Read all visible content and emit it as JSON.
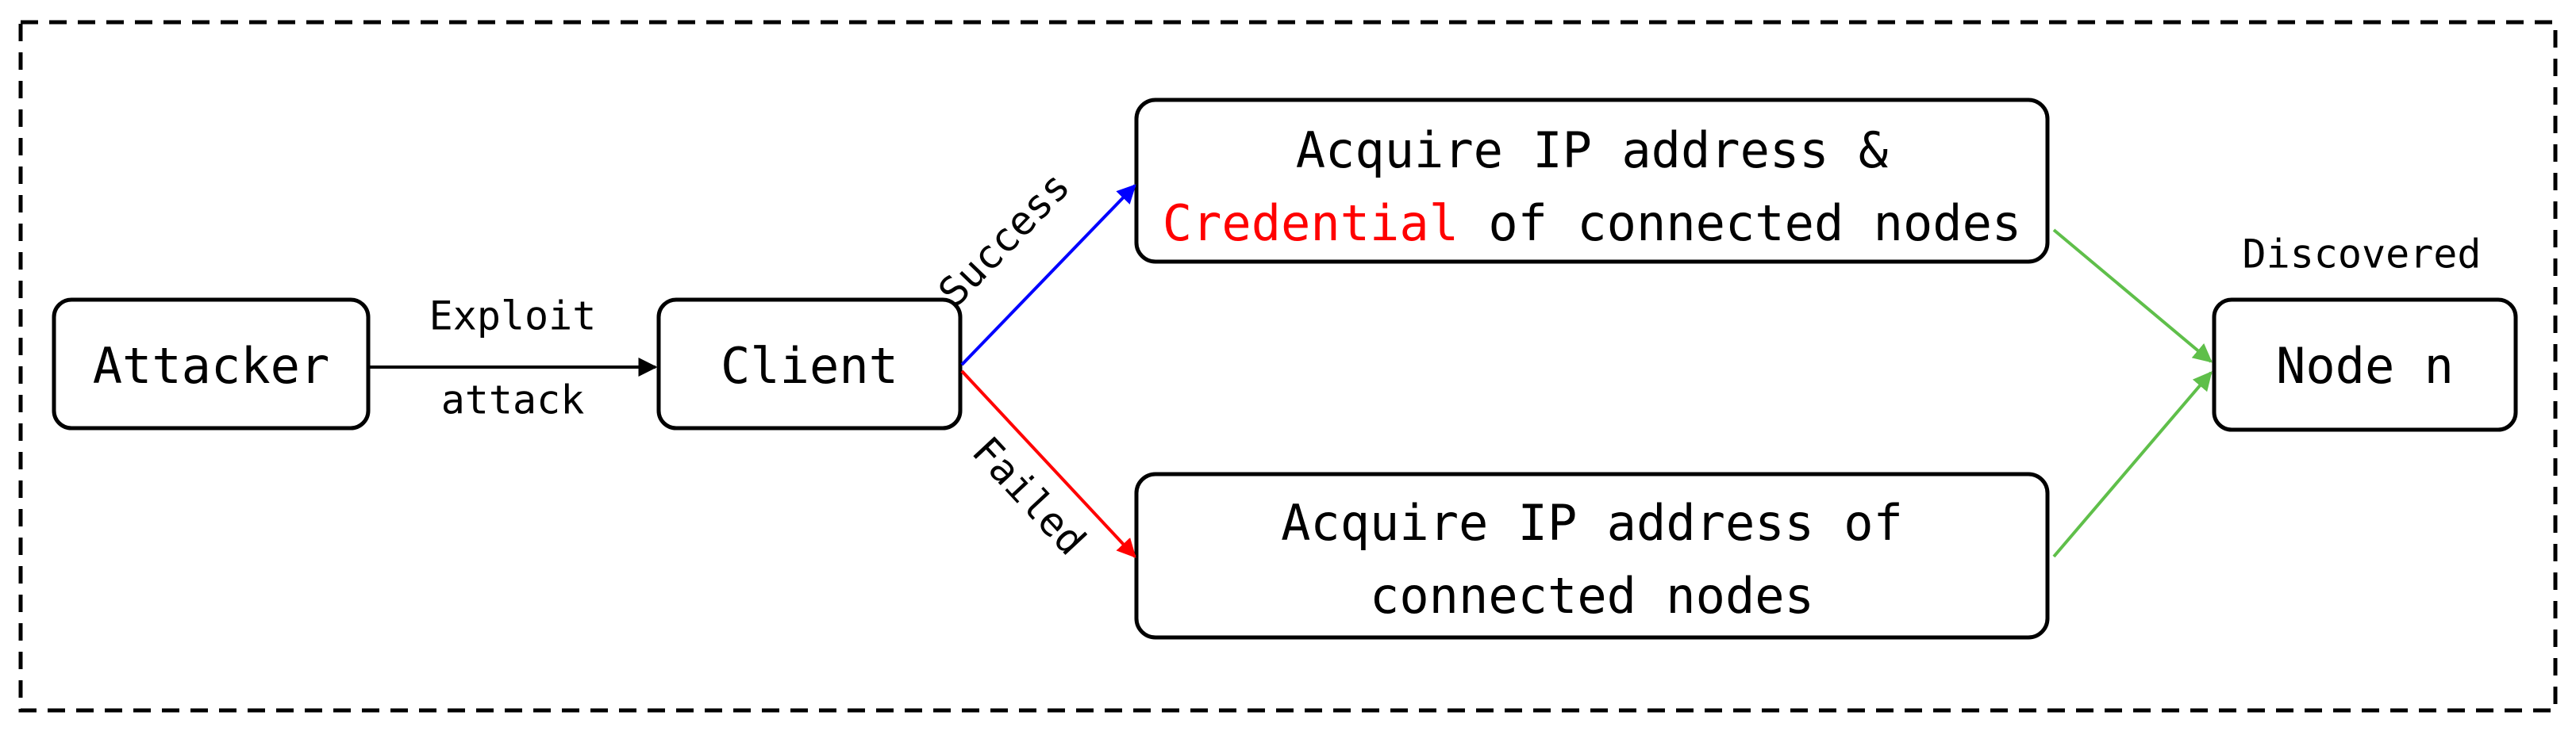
{
  "nodes": {
    "attacker": {
      "label": "Attacker"
    },
    "client": {
      "label": "Client"
    },
    "success_box": {
      "line1": "Acquire IP address &",
      "line2_highlight": "Credential",
      "line2_rest": " of connected nodes"
    },
    "failed_box": {
      "line1": "Acquire IP address of",
      "line2": "connected nodes"
    },
    "node_n": {
      "label": "Node n"
    }
  },
  "edges": {
    "exploit": {
      "line1": "Exploit",
      "line2": "attack"
    },
    "success": {
      "label": "Success"
    },
    "failed": {
      "label": "Failed"
    },
    "discovered": {
      "label": "Discovered"
    }
  },
  "colors": {
    "border": "#000000",
    "success_arrow": "#0000ff",
    "failed_arrow": "#ff0000",
    "discovered_arrow": "#5fbf4a",
    "credential_text": "#ff0000"
  }
}
